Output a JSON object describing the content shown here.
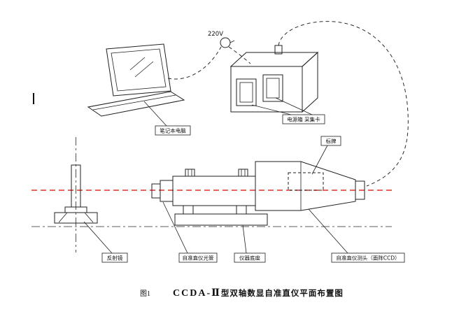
{
  "caption": {
    "figure_no": "图1",
    "model": "CCDA-Ⅱ",
    "title_rest": "型双轴数显自准直仪平面布置图"
  },
  "annotations": {
    "voltage": "220V",
    "laptop": "笔记本电脑",
    "power_box_card": "电源箱  采集卡",
    "nameplate": "标牌",
    "reflector": "反射镜",
    "collimator_tube": "自准直仪光管",
    "instrument_base": "仪器底座",
    "probe_head": "自准直仪测头（面阵CCD）"
  },
  "colors": {
    "optical_axis": "#e03127",
    "line": "#1f1f1f"
  }
}
